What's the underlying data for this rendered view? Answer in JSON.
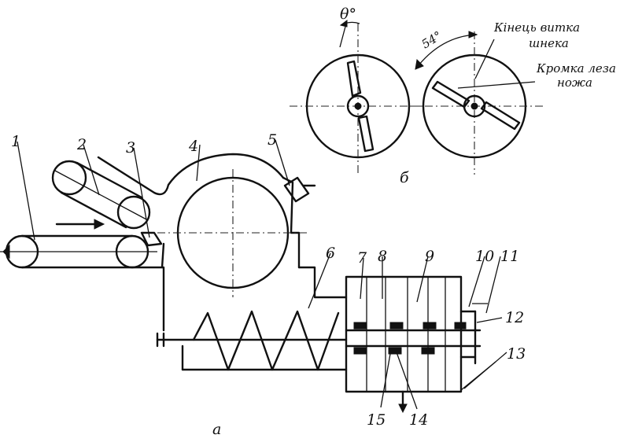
{
  "labels": {
    "n1": "1",
    "n2": "2",
    "n3": "3",
    "n4": "4",
    "n5": "5",
    "n6": "6",
    "n7": "7",
    "n8": "8",
    "n9": "9",
    "n10": "10",
    "n11": "11",
    "n12": "12",
    "n13": "13",
    "n14": "14",
    "n15": "15"
  },
  "captions": {
    "view_a": "а",
    "view_b": "б"
  },
  "angles": {
    "left_angle": "θ°",
    "right_angle": "54°"
  },
  "notes": {
    "screw_end_line1": "Кінець витка",
    "screw_end_line2": "шнека",
    "blade_edge_line1": "Кромка леза",
    "blade_edge_line2": "ножа"
  }
}
